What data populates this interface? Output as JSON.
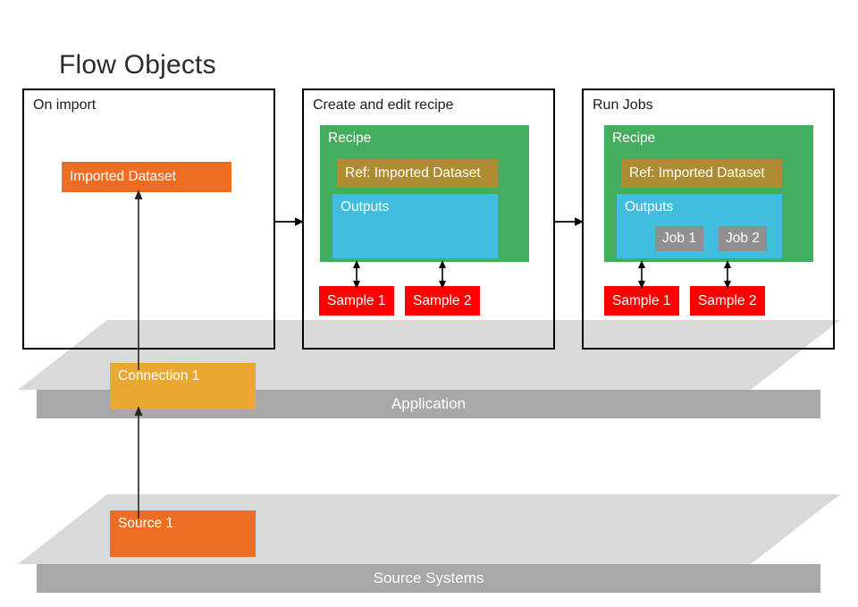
{
  "title": "Flow Objects",
  "colors": {
    "orange": "#ED6D23",
    "green": "#45AD5E",
    "brown": "#AD8C33",
    "blue": "#41BDDE",
    "red": "#FE0000",
    "gray": "#909090",
    "amber": "#E9A832",
    "slab_top": "#D9D9D9",
    "slab_front": "#A8A8A8",
    "panel_border": "#000000"
  },
  "stages": [
    {
      "id": "on-import",
      "label": "On import",
      "dataset_label": "Imported Dataset"
    },
    {
      "id": "create-edit-recipe",
      "label": "Create and edit recipe",
      "recipe_label": "Recipe",
      "ref_label": "Ref: Imported Dataset",
      "outputs_label": "Outputs",
      "samples": [
        "Sample 1",
        "Sample 2"
      ]
    },
    {
      "id": "run-jobs",
      "label": "Run Jobs",
      "recipe_label": "Recipe",
      "ref_label": "Ref: Imported Dataset",
      "outputs_label": "Outputs",
      "jobs": [
        "Job 1",
        "Job 2"
      ],
      "samples": [
        "Sample 1",
        "Sample 2"
      ]
    }
  ],
  "platforms": [
    {
      "id": "application",
      "label": "Application",
      "object_label": "Connection 1"
    },
    {
      "id": "source-systems",
      "label": "Source Systems",
      "object_label": "Source 1"
    }
  ]
}
